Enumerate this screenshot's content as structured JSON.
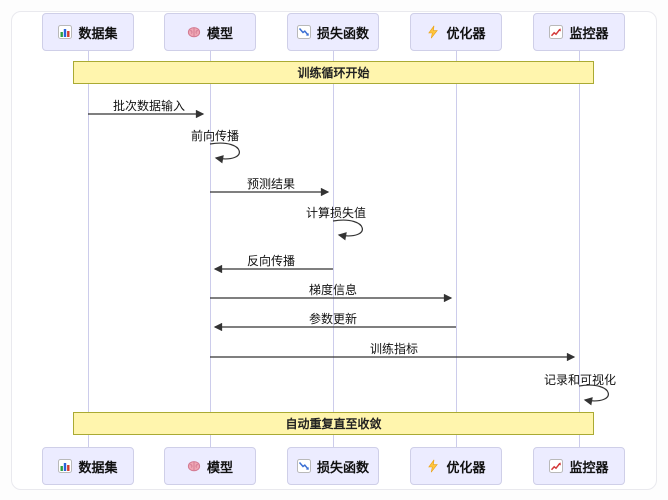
{
  "diagram": {
    "type": "sequence-diagram",
    "title": "",
    "participants": [
      {
        "label": "数据集",
        "icon": "bar-chart-icon"
      },
      {
        "label": "模型",
        "icon": "brain-icon"
      },
      {
        "label": "损失函数",
        "icon": "chart-decreasing-icon"
      },
      {
        "label": "优化器",
        "icon": "lightning-icon"
      },
      {
        "label": "监控器",
        "icon": "chart-increasing-icon"
      }
    ],
    "bands": [
      {
        "label": "训练循环开始"
      },
      {
        "label": "自动重复直至收敛"
      }
    ],
    "messages": [
      {
        "from": "数据集",
        "to": "模型",
        "label": "批次数据输入",
        "kind": "solid-arrow"
      },
      {
        "from": "模型",
        "to": "模型",
        "label": "前向传播",
        "kind": "self-loop"
      },
      {
        "from": "模型",
        "to": "损失函数",
        "label": "预测结果",
        "kind": "solid-arrow"
      },
      {
        "from": "损失函数",
        "to": "损失函数",
        "label": "计算损失值",
        "kind": "self-loop"
      },
      {
        "from": "损失函数",
        "to": "模型",
        "label": "反向传播",
        "kind": "solid-arrow"
      },
      {
        "from": "模型",
        "to": "优化器",
        "label": "梯度信息",
        "kind": "solid-arrow"
      },
      {
        "from": "优化器",
        "to": "模型",
        "label": "参数更新",
        "kind": "solid-arrow"
      },
      {
        "from": "模型",
        "to": "监控器",
        "label": "训练指标",
        "kind": "solid-arrow"
      },
      {
        "from": "监控器",
        "to": "监控器",
        "label": "记录和可视化",
        "kind": "self-loop"
      }
    ],
    "colors": {
      "participant_fill": "#ECECFF",
      "participant_border": "#CFCFE8",
      "band_fill": "#FFF5AD",
      "band_border": "#AAAA33",
      "lifeline": "#CCCCEB",
      "arrow": "#333333"
    }
  }
}
